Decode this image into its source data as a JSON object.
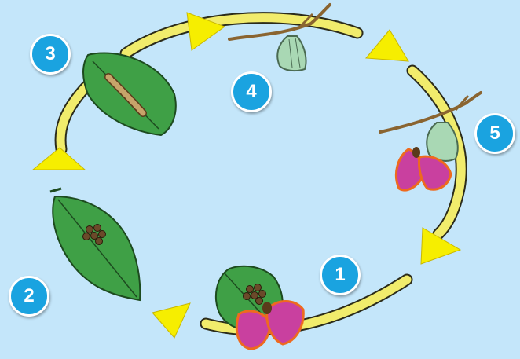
{
  "diagram": {
    "stages": [
      {
        "number": "1",
        "depicts": "eggs-and-moth-on-leaf"
      },
      {
        "number": "2",
        "depicts": "eggs-on-leaf"
      },
      {
        "number": "3",
        "depicts": "caterpillar-on-leaf"
      },
      {
        "number": "4",
        "depicts": "cocoon-on-twig"
      },
      {
        "number": "5",
        "depicts": "moth-emerging-from-cocoon"
      }
    ],
    "colors": {
      "background": "#c4e6fa",
      "cycle_path": "#f1ec6c",
      "arrow": "#f6ee00",
      "leaf": "#3fa046",
      "badge": "#1aa3e0",
      "moth_wing": "#c9409f",
      "moth_edge": "#ee6a1e",
      "cocoon": "#a9d8b4",
      "eggs": "#6b4a2a"
    }
  }
}
